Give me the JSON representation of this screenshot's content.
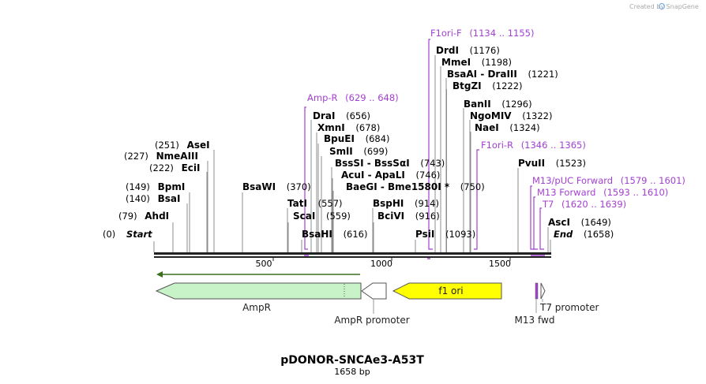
{
  "brand": "Created by SnapGene",
  "title": "pDONOR-SNCAe3-A53T",
  "subtitle": "1658 bp",
  "seq_length": 1658,
  "colors": {
    "primer": "#a43fd3",
    "ampr": "#c8f2c7",
    "f1ori": "#ffff00",
    "orf": "#3c6e20"
  },
  "ruler": [
    "500",
    "1000",
    "1500"
  ],
  "enzymes": [
    {
      "pos": "(0)",
      "name": "Start",
      "italic": true
    },
    {
      "pos": "(79)",
      "name": "AhdI"
    },
    {
      "pos": "(140)",
      "name": "BsaI"
    },
    {
      "pos": "(149)",
      "name": "BpmI"
    },
    {
      "pos": "(222)",
      "name": "EciI"
    },
    {
      "pos": "(227)",
      "name": "NmeAIII"
    },
    {
      "pos": "(251)",
      "name": "AseI"
    },
    {
      "pos": "(370)",
      "name": "BsaWI"
    },
    {
      "pos": "(557)",
      "name": "TatI"
    },
    {
      "pos": "(559)",
      "name": "ScaI"
    },
    {
      "pos": "(616)",
      "name": "BsaHI"
    },
    {
      "pos": "(656)",
      "name": "DraI"
    },
    {
      "pos": "(678)",
      "name": "XmnI"
    },
    {
      "pos": "(684)",
      "name": "BpuEI"
    },
    {
      "pos": "(699)",
      "name": "SmlI"
    },
    {
      "pos": "",
      "name": "BssSI  - BssSαI"
    },
    {
      "pos": "(743)",
      "name": ""
    },
    {
      "pos": "(746)",
      "name": "AcuI  - ApaLI"
    },
    {
      "pos": "(750)",
      "name": "BaeGI  - Bme1580I *"
    },
    {
      "pos": "(914)",
      "name": "BspHI"
    },
    {
      "pos": "(916)",
      "name": "BciVI"
    },
    {
      "pos": "(1093)",
      "name": "PsiI"
    },
    {
      "pos": "(1176)",
      "name": "DrdI"
    },
    {
      "pos": "(1198)",
      "name": "MmeI"
    },
    {
      "pos": "(1221)",
      "name": "BsaAI  - DraIII"
    },
    {
      "pos": "(1222)",
      "name": "BtgZI"
    },
    {
      "pos": "(1296)",
      "name": "BanII"
    },
    {
      "pos": "(1322)",
      "name": "NgoMIV"
    },
    {
      "pos": "(1324)",
      "name": "NaeI"
    },
    {
      "pos": "(1523)",
      "name": "PvuII"
    },
    {
      "pos": "(1649)",
      "name": "AscI"
    },
    {
      "pos": "(1658)",
      "name": "End",
      "italic": true
    }
  ],
  "primers": [
    {
      "name": "Amp-R",
      "range": "(629 .. 648)"
    },
    {
      "name": "F1ori-F",
      "range": "(1134 .. 1155)"
    },
    {
      "name": "F1ori-R",
      "range": "(1346 .. 1365)"
    },
    {
      "name": "M13/pUC Forward",
      "range": "(1579 .. 1601)"
    },
    {
      "name": "M13 Forward",
      "range": "(1593 .. 1610)"
    },
    {
      "name": "T7",
      "range": "(1620 .. 1639)"
    }
  ],
  "features": {
    "ampr": "AmpR",
    "ampr_promoter": "AmpR promoter",
    "f1ori": "f1 ori",
    "m13fwd": "M13 fwd",
    "t7promoter": "T7 promoter"
  }
}
